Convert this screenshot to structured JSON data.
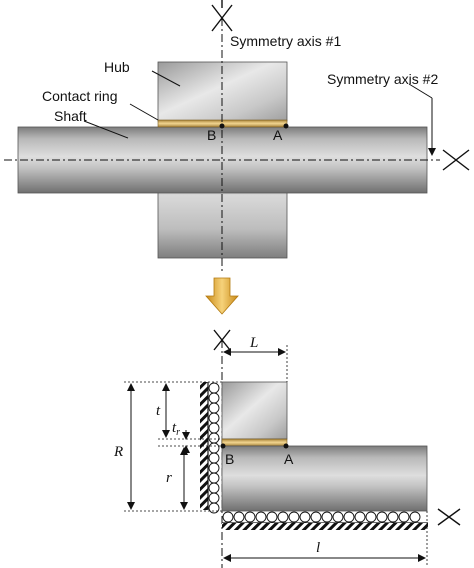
{
  "labels": {
    "symmetry_axis_1": "Symmetry axis #1",
    "symmetry_axis_2": "Symmetry axis #2",
    "hub": "Hub",
    "contact_ring": "Contact ring",
    "shaft": "Shaft",
    "point_b": "B",
    "point_a": "A",
    "point_b_2": "B",
    "point_a_2": "A"
  },
  "dimensions": {
    "L": "L",
    "t": "t",
    "t_r_main": "t",
    "t_r_sub": "r",
    "R": "R",
    "r": "r",
    "l": "l"
  },
  "colors": {
    "metal_dark": "#8a8a8a",
    "metal_light": "#e6e6e6",
    "ring_gold": "#d8b46a",
    "arrow_gold": "#e8b64a"
  }
}
